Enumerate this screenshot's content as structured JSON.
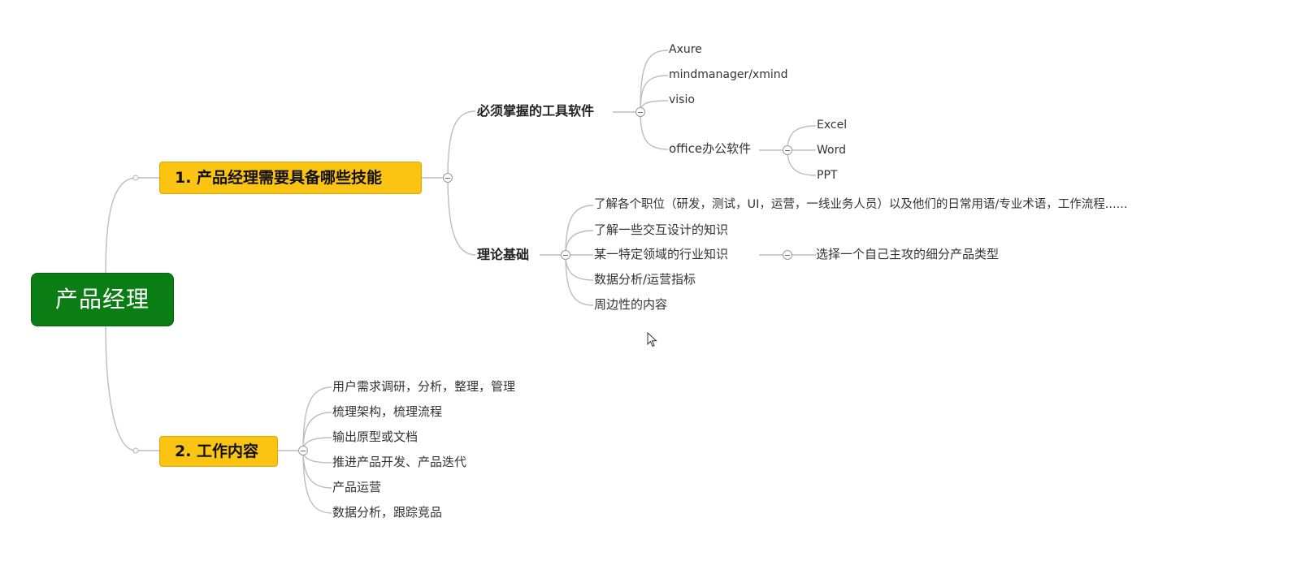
{
  "root": {
    "label": "产品经理"
  },
  "branch1": {
    "label": "1. 产品经理需要具备哪些技能",
    "tools": {
      "label": "必须掌握的工具软件",
      "items": [
        "Axure",
        "mindmanager/xmind",
        "visio",
        "office办公软件"
      ],
      "office_items": [
        "Excel",
        "Word",
        "PPT"
      ]
    },
    "theory": {
      "label": "理论基础",
      "items": [
        "了解各个职位（研发，测试，UI，运营，一线业务人员）以及他们的日常用语/专业术语，工作流程......",
        "了解一些交互设计的知识",
        "某一特定领域的行业知识",
        "数据分析/运营指标",
        "周边性的内容"
      ],
      "industry_child": "选择一个自己主攻的细分产品类型"
    }
  },
  "branch2": {
    "label": "2. 工作内容",
    "items": [
      "用户需求调研，分析，整理，管理",
      "梳理架构，梳理流程",
      "输出原型或文档",
      "推进产品开发、产品迭代",
      "产品运营",
      "数据分析，跟踪竞品"
    ]
  },
  "colors": {
    "root_fill": "#0a7d14",
    "main_fill": "#fbc413",
    "connector": "#b8b8b8"
  }
}
